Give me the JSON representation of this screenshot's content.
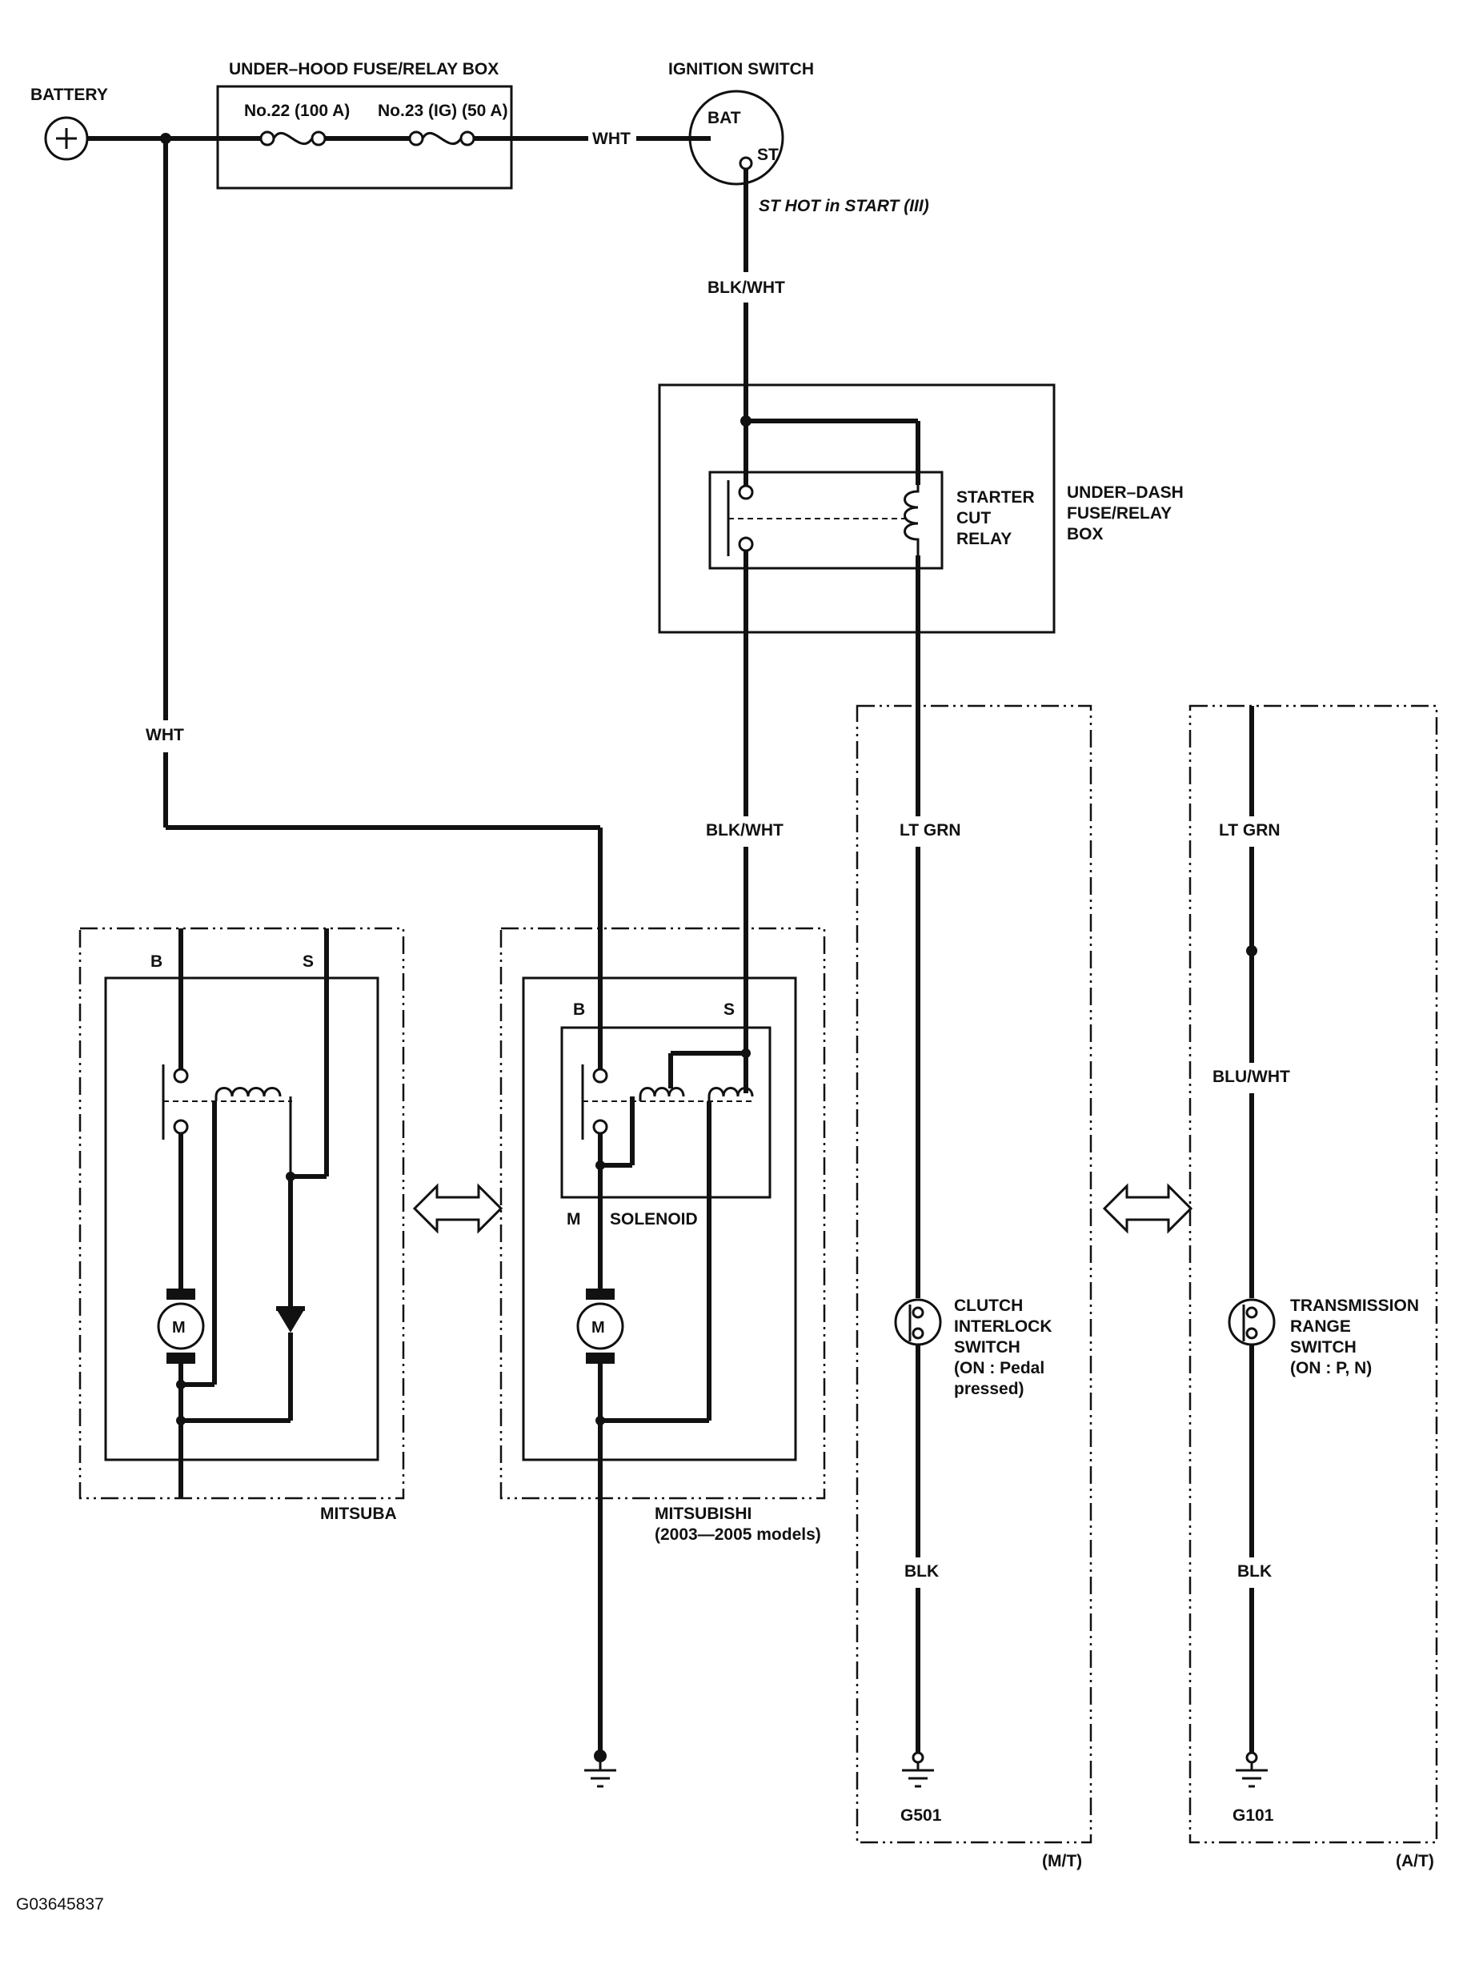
{
  "labels": {
    "battery": "BATTERY",
    "underhood_box": "UNDER–HOOD FUSE/RELAY BOX",
    "fuse22": "No.22 (100 A)",
    "fuse23": "No.23 (IG) (50 A)",
    "ignition_switch": "IGNITION SWITCH",
    "bat": "BAT",
    "st": "ST",
    "st_hot": "ST HOT in START (III)",
    "wht_top": "WHT",
    "wht_left": "WHT",
    "blk_wht_upper": "BLK/WHT",
    "blk_wht_lower": "BLK/WHT",
    "starter_cut_relay_1": "STARTER",
    "starter_cut_relay_2": "CUT",
    "starter_cut_relay_3": "RELAY",
    "underdash_box_1": "UNDER–DASH",
    "underdash_box_2": "FUSE/RELAY",
    "underdash_box_3": "BOX",
    "lt_grn_mt": "LT GRN",
    "lt_grn_at": "LT GRN",
    "blu_wht": "BLU/WHT",
    "blk_mt": "BLK",
    "blk_at": "BLK",
    "mitsuba_b": "B",
    "mitsuba_s": "S",
    "mitsuba": "MITSUBA",
    "mitsubishi_b": "B",
    "mitsubishi_s": "S",
    "mitsubishi_m": "M",
    "solenoid": "SOLENOID",
    "mitsubishi": "MITSUBISHI",
    "mitsubishi_models": "(2003—2005 models)",
    "motor_left": "M",
    "motor_right": "M",
    "clutch_1": "CLUTCH",
    "clutch_2": "INTERLOCK",
    "clutch_3": "SWITCH",
    "clutch_4": "(ON : Pedal",
    "clutch_5": "pressed)",
    "trans_1": "TRANSMISSION",
    "trans_2": "RANGE",
    "trans_3": "SWITCH",
    "trans_4": "(ON : P, N)",
    "g501": "G501",
    "g101": "G101",
    "mt": "(M/T)",
    "at": "(A/T)",
    "figure_id": "G03645837"
  }
}
